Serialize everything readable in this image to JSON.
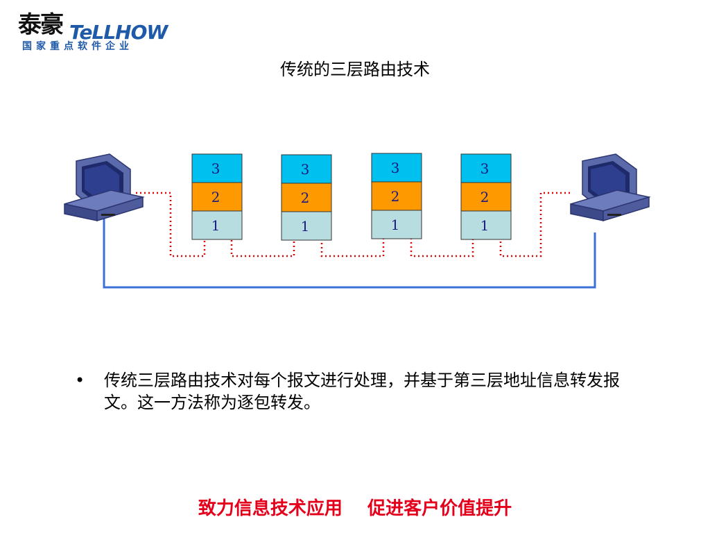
{
  "logo": {
    "chinese": "泰豪",
    "english": "TeLLHOW",
    "subtitle": "国家重点软件企业"
  },
  "title": "传统的三层路由技术",
  "diagram": {
    "stacks": [
      {
        "layers": [
          "3",
          "2",
          "1"
        ]
      },
      {
        "layers": [
          "3",
          "2",
          "1"
        ]
      },
      {
        "layers": [
          "3",
          "2",
          "1"
        ]
      },
      {
        "layers": [
          "3",
          "2",
          "1"
        ]
      }
    ],
    "colors": {
      "layer3": "#00c0f0",
      "layer2": "#ff9900",
      "layer1": "#b8dde0",
      "dotted_path": "#e00000",
      "link": "#3a6fd8",
      "computer": "#4a5a9a"
    },
    "left_host_icon": "computer-icon",
    "right_host_icon": "computer-icon"
  },
  "bullet": {
    "marker": "•",
    "text": "传统三层路由技术对每个报文进行处理，并基于第三层地址信息转发报文。这一方法称为逐包转发。"
  },
  "footer": "致力信息技术应用    促进客户价值提升"
}
